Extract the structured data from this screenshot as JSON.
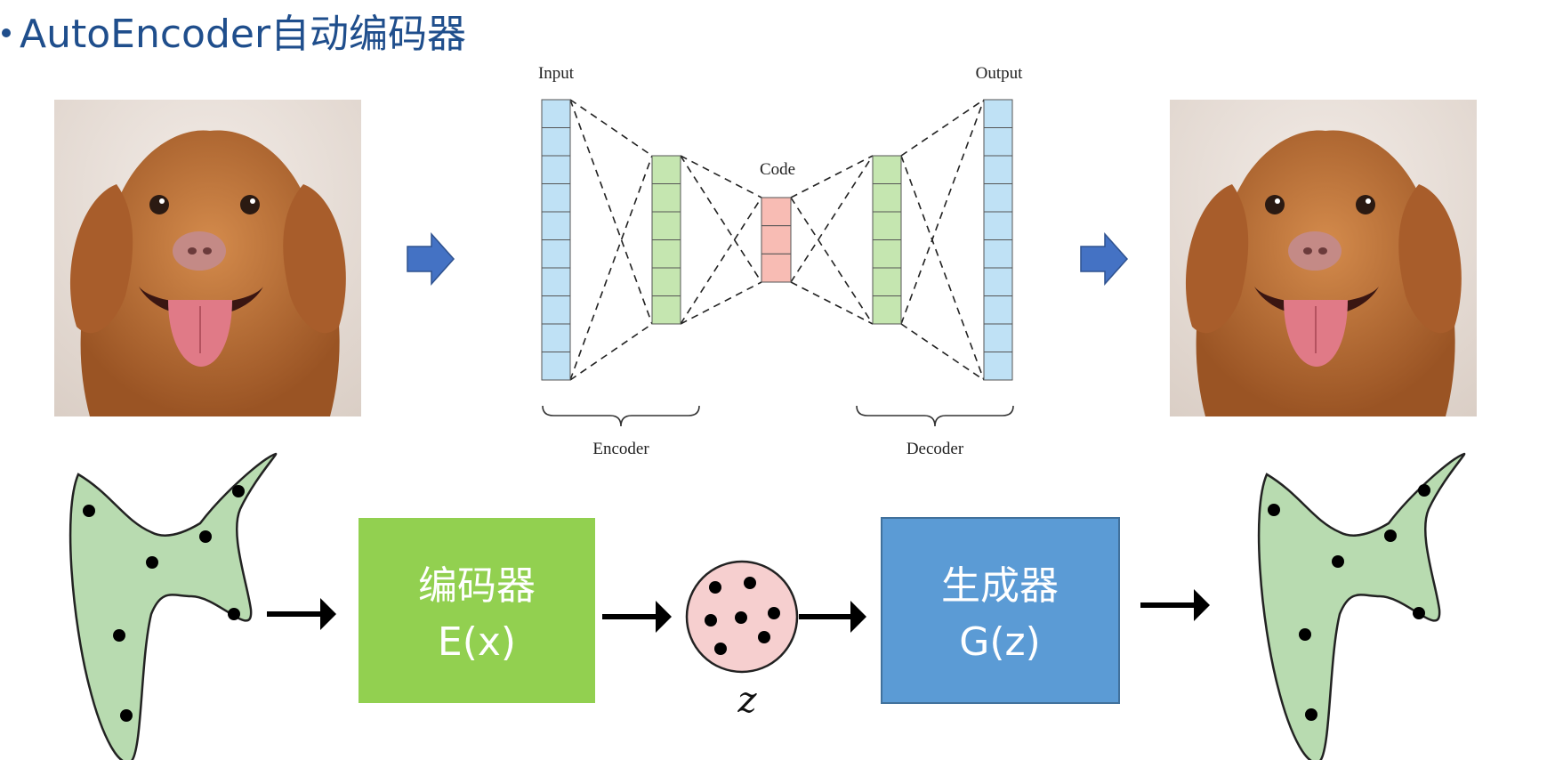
{
  "title": "AutoEncoder自动编码器",
  "network": {
    "input_label": "Input",
    "code_label": "Code",
    "output_label": "Output",
    "encoder_label": "Encoder",
    "decoder_label": "Decoder"
  },
  "pipeline": {
    "encoder_box": {
      "line1": "编码器",
      "line2": "E(x)",
      "color": "#92d050"
    },
    "generator_box": {
      "line1": "生成器",
      "line2": "G(z)",
      "color": "#5b9bd5"
    },
    "latent_label": "z"
  },
  "colors": {
    "title": "#1f4e8c",
    "input_layer": "#bfe1f5",
    "hidden_layer": "#c5e6b0",
    "code_layer": "#f8bcb4",
    "shape_fill": "#b8dbb0",
    "latent_fill": "#f6cfcf",
    "arrow_blue": "#4472c4"
  }
}
